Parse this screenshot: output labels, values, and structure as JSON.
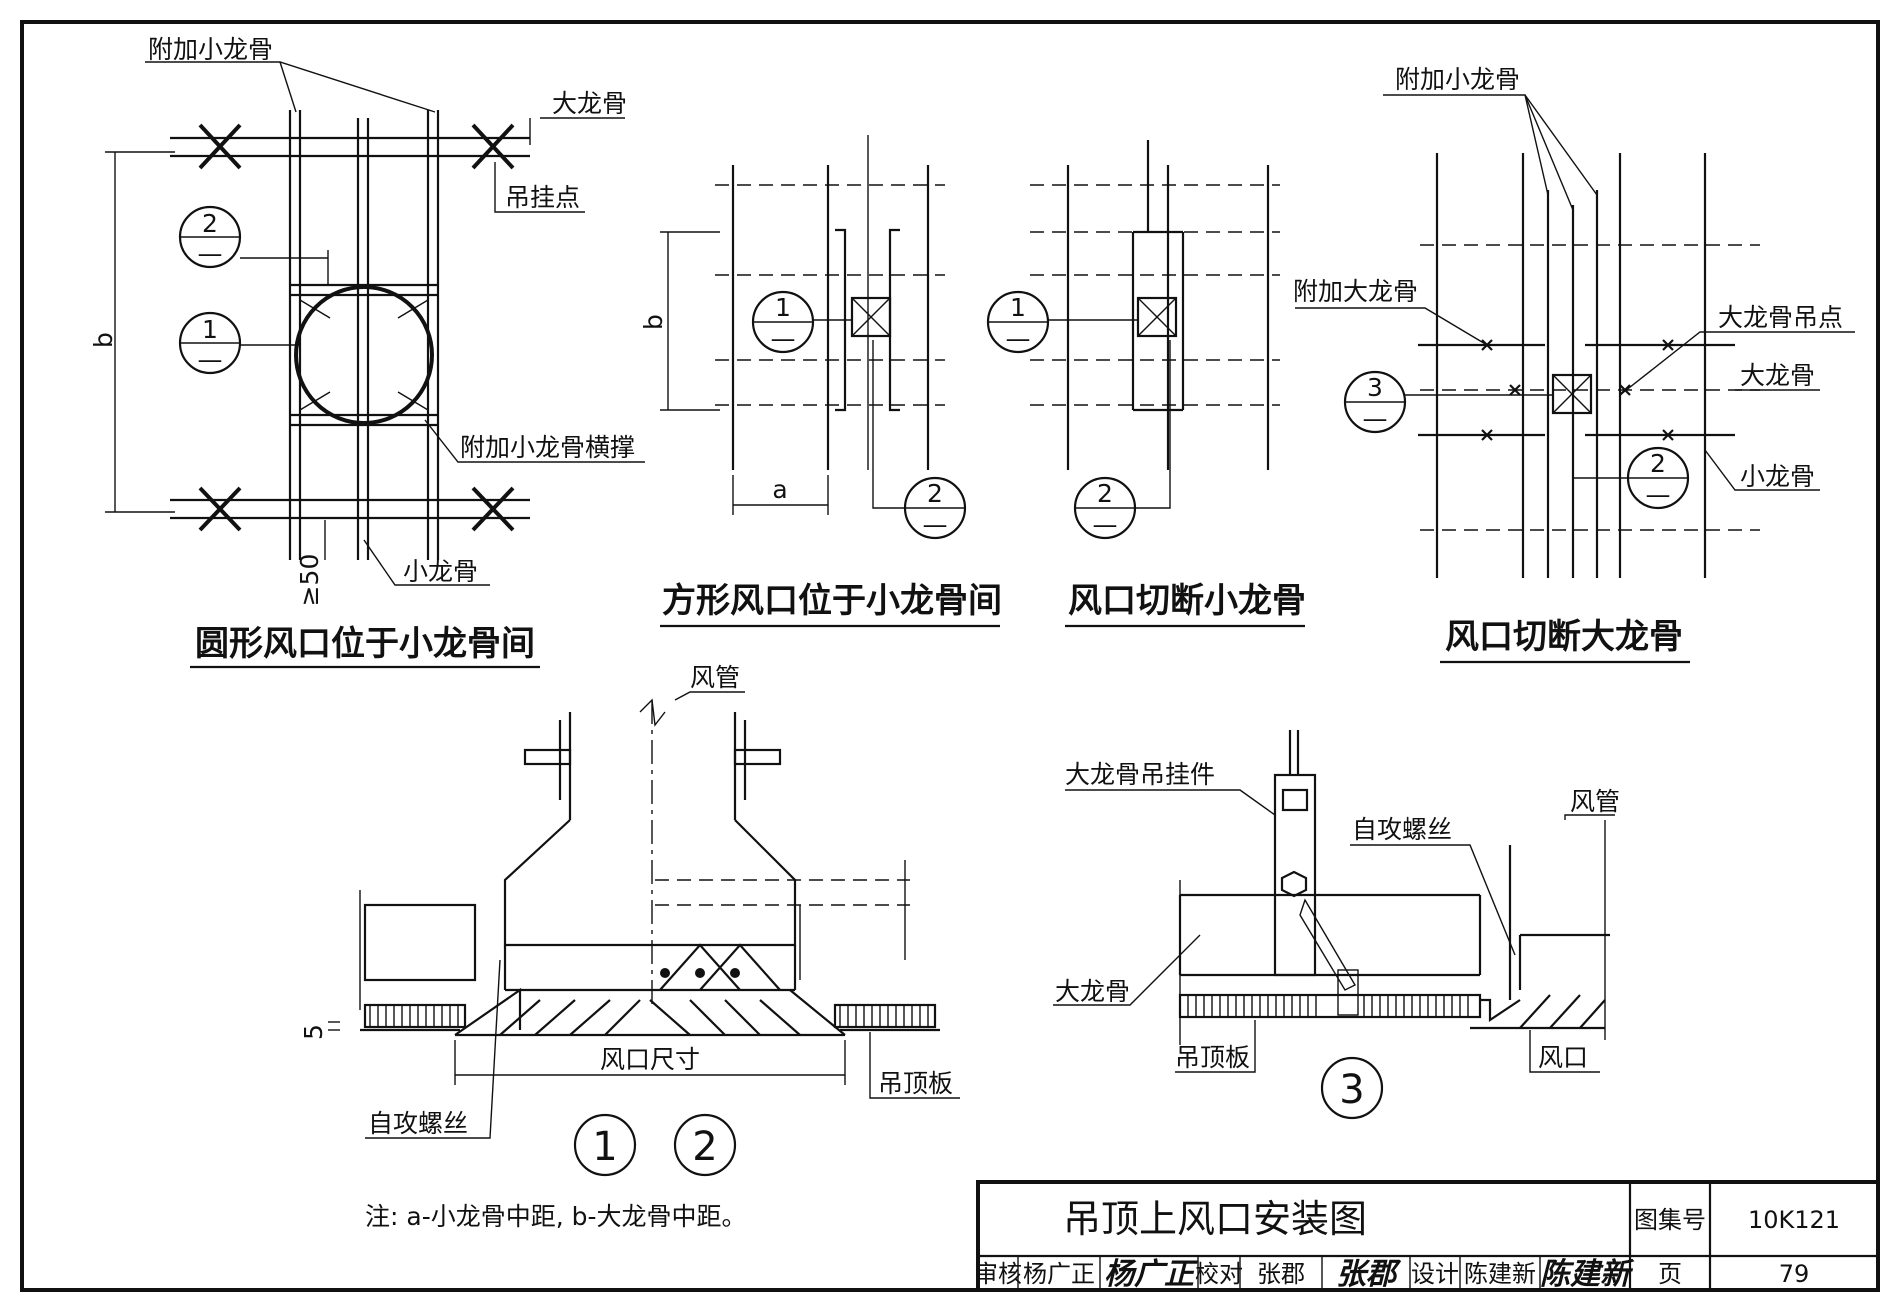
{
  "views": {
    "round": {
      "title": "圆形风口位于小龙骨间",
      "label_extra_small": "附加小龙骨",
      "label_main": "大龙骨",
      "label_hanger": "吊挂点",
      "label_brace": "附加小龙骨横撑",
      "label_small": "小龙骨",
      "dim_b": "b",
      "dim_50": "≥50",
      "callout_2": "2",
      "callout_1": "1",
      "callout_dash": "—"
    },
    "square": {
      "title": "方形风口位于小龙骨间",
      "dim_b": "b",
      "dim_a": "a",
      "callout_1": "1",
      "callout_2": "2",
      "callout_dash": "—"
    },
    "cut_small": {
      "title": "风口切断小龙骨",
      "callout_1": "1",
      "callout_2": "2",
      "callout_dash": "—"
    },
    "cut_main": {
      "title": "风口切断大龙骨",
      "label_extra_small": "附加小龙骨",
      "label_extra_main": "附加大龙骨",
      "label_main_hanger": "大龙骨吊点",
      "label_main": "大龙骨",
      "label_small": "小龙骨",
      "callout_3": "3",
      "callout_2": "2",
      "callout_dash": "—"
    }
  },
  "section12": {
    "label_duct": "风管",
    "label_size": "风口尺寸",
    "label_screw": "自攻螺丝",
    "label_board": "吊顶板",
    "dim_5": "5",
    "mark_1": "1",
    "mark_2": "2"
  },
  "section3": {
    "label_hanger": "大龙骨吊挂件",
    "label_screw": "自攻螺丝",
    "label_duct": "风管",
    "label_main": "大龙骨",
    "label_board": "吊顶板",
    "label_outlet": "风口",
    "mark_3": "3"
  },
  "note": "注: a-小龙骨中距, b-大龙骨中距。",
  "title_block": {
    "drawing_title": "吊顶上风口安装图",
    "atlas_label": "图集号",
    "atlas_no": "10K121",
    "page_label": "页",
    "page_no": "79",
    "review_label": "审核",
    "reviewer": "杨广正",
    "reviewer_sig": "杨广正",
    "check_label": "校对",
    "checker": "张郡",
    "checker_sig": "张郡",
    "design_label": "设计",
    "designer": "陈建新",
    "designer_sig": "陈建新"
  },
  "colors": {
    "ink": "#111111",
    "paper": "#ffffff"
  }
}
